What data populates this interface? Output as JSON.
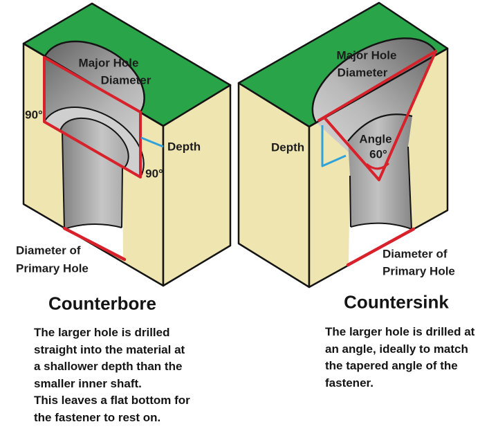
{
  "figure": {
    "kind": "engineering-illustration",
    "topic": "Counterbore vs Countersink hole types"
  },
  "colors": {
    "top_face_green": "#29a449",
    "material_tan": "#efe5b0",
    "annotation_red": "#d7212b",
    "depth_line_blue": "#30a2d9",
    "outline_black": "#141414",
    "floor_gray": "#cfcfcf",
    "background": "#ffffff"
  },
  "counterbore": {
    "title": "Counterbore",
    "labels": {
      "major_hole_line1": "Major Hole",
      "major_hole_line2": "Diameter",
      "angle_left": "90°",
      "angle_right": "90°",
      "depth": "Depth",
      "primary_line1": "Diameter of",
      "primary_line2": "Primary Hole"
    },
    "description_lines": [
      "The larger hole is drilled",
      "straight into the material at",
      "a shallower depth than the",
      "smaller inner shaft.",
      "This leaves a flat bottom for",
      "the fastener to rest on."
    ]
  },
  "countersink": {
    "title": "Countersink",
    "labels": {
      "major_hole_line1": "Major Hole",
      "major_hole_line2": "Diameter",
      "depth": "Depth",
      "angle_line1": "Angle",
      "angle_line2": "60°",
      "primary_line1": "Diameter of",
      "primary_line2": "Primary Hole"
    },
    "description_lines": [
      "The larger hole is drilled at",
      "an angle, ideally to match",
      "the tapered angle of the",
      "fastener."
    ]
  }
}
